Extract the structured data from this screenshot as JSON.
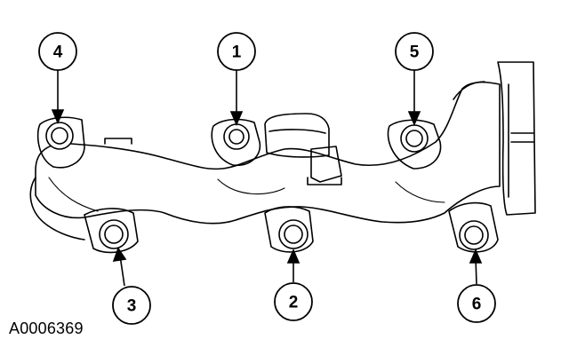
{
  "figure": {
    "id_label": "A0006369",
    "callouts": [
      "1",
      "2",
      "3",
      "4",
      "5",
      "6"
    ]
  }
}
